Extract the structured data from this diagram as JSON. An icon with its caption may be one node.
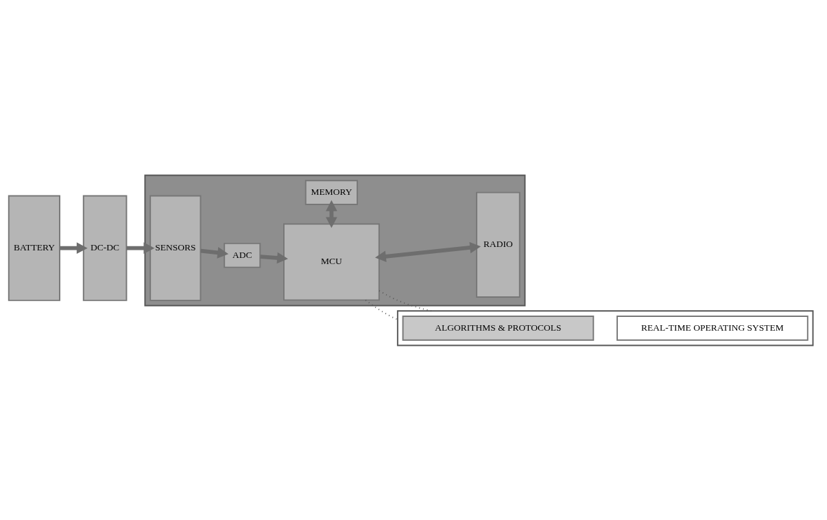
{
  "diagram": {
    "nodes": [
      {
        "text": [
          "BATTERY"
        ]
      },
      {
        "text": [
          "DC-DC"
        ]
      },
      {
        "text": [],
        "shape": "box"
      },
      {
        "text": [
          "SENSORS"
        ],
        "in": 2
      },
      {
        "text": [
          "ADC"
        ],
        "in": 2
      },
      {
        "text": [
          "MEMORY"
        ],
        "in": 2
      },
      {
        "text": [
          "MCU"
        ],
        "in": 2
      },
      {
        "text": [
          "RADIO"
        ],
        "in": 2
      },
      {
        "text": [],
        "shape": "box"
      },
      {
        "text": [
          "ALGORITHMS & PROTOCOLS"
        ],
        "in": 8
      },
      {
        "text": [
          "REAL-TIME OPERATING SYSTEM"
        ],
        "in": 8
      }
    ],
    "edges": [
      {
        "from": 0,
        "to": 1,
        "arrow": "to"
      },
      {
        "from": 1,
        "to": 3,
        "arrow": "to"
      },
      {
        "from": 3,
        "to": 4,
        "arrow": "to"
      },
      {
        "from": 4,
        "to": 6,
        "arrow": "to"
      },
      {
        "from": 5,
        "to": 6,
        "arrow": "both"
      },
      {
        "from": 6,
        "to": 7,
        "arrow": "both"
      },
      {
        "from": 6,
        "to": 8,
        "arrow": "none",
        "style": "dashed"
      },
      {
        "from": 6,
        "to": 8,
        "arrow": "none",
        "style": "dashed"
      }
    ]
  }
}
